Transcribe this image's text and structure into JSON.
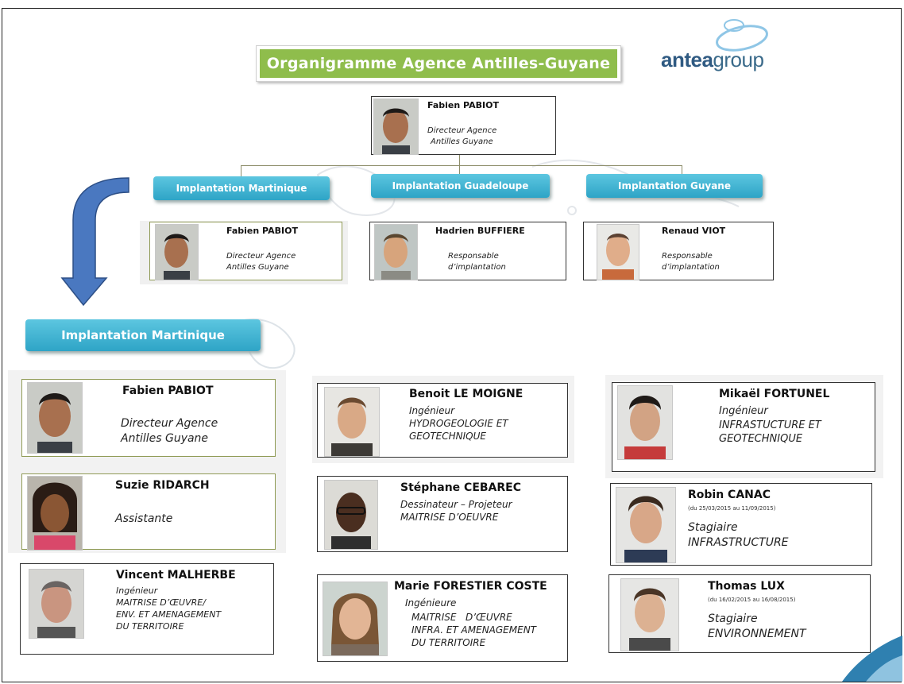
{
  "title": "Organigramme Agence Antilles-Guyane",
  "logo": {
    "part1": "antea",
    "part2": "group"
  },
  "top_person": {
    "name": "Fabien PABIOT",
    "role_lines": [
      "Directeur Agence",
      "Antilles Guyane"
    ]
  },
  "implantations": [
    {
      "label": "Implantation Martinique",
      "name": "Fabien PABIOT",
      "role_lines": [
        "Directeur Agence",
        "Antilles Guyane"
      ]
    },
    {
      "label": "Implantation Guadeloupe",
      "name": "Hadrien BUFFIERE",
      "role_lines": [
        "Responsable",
        "d’implantation"
      ]
    },
    {
      "label": "Implantation Guyane",
      "name": "Renaud VIOT",
      "role_lines": [
        "Responsable",
        "d’implantation"
      ]
    }
  ],
  "section_label": "Implantation Martinique",
  "staff": [
    {
      "name": "Fabien PABIOT",
      "role_lines": [
        "Directeur Agence",
        "Antilles Guyane"
      ]
    },
    {
      "name": "Suzie RIDARCH",
      "role_lines": [
        "Assistante"
      ]
    },
    {
      "name": "Vincent MALHERBE",
      "role_lines": [
        "Ingénieur",
        "MAITRISE D’ŒUVRE/",
        "ENV. ET AMENAGEMENT",
        "DU TERRITOIRE"
      ]
    },
    {
      "name": "Benoit LE MOIGNE",
      "role_lines": [
        "Ingénieur",
        "HYDROGEOLOGIE ET",
        "GEOTECHNIQUE"
      ]
    },
    {
      "name": "Stéphane CEBAREC",
      "role_lines": [
        "Dessinateur – Projeteur",
        "MAITRISE D’OEUVRE"
      ]
    },
    {
      "name": "Marie FORESTIER COSTE",
      "role_lines": [
        "Ingénieure",
        "MAITRISE   D’ŒUVRE",
        "INFRA. ET AMENAGEMENT",
        "DU TERRITOIRE"
      ]
    },
    {
      "name": "Mikaël FORTUNEL",
      "role_lines": [
        "Ingénieur",
        "INFRASTUCTURE ET",
        "GEOTECHNIQUE"
      ]
    },
    {
      "name": "Robin CANAC",
      "dates": "(du 25/03/2015 au 11/09/2015)",
      "role_lines": [
        "Stagiaire",
        "INFRASTRUCTURE"
      ]
    },
    {
      "name": "Thomas LUX",
      "dates": "(du 16/02/2015 au 16/08/2015)",
      "role_lines": [
        "Stagiaire",
        "ENVIRONNEMENT"
      ]
    }
  ],
  "colors": {
    "title_green": "#8fbd4c",
    "pill_blue": "#37acd0",
    "arrow_blue": "#4a78c0",
    "logo_blue": "#2f5a82"
  }
}
